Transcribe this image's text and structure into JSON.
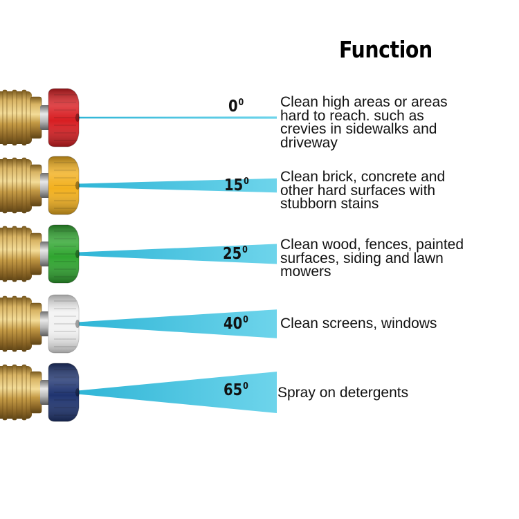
{
  "title": "Function",
  "colors": {
    "spray": "#3fc3df",
    "spray_light": "#cdeef7",
    "brass": "#c9a24f",
    "brass_dark": "#8a6a26"
  },
  "nozzles": [
    {
      "angle": "0",
      "degree_symbol": "0",
      "cap_color": "#d81e22",
      "spray_angle_deg": 0,
      "description": "Clean high areas or areas\nhard to reach. such as\ncrevies in sidewalks and\ndriveway"
    },
    {
      "angle": "15",
      "degree_symbol": "0",
      "cap_color": "#f2b01e",
      "spray_angle_deg": 15,
      "description": "Clean brick, concrete and\nother hard surfaces with\nstubborn stains"
    },
    {
      "angle": "25",
      "degree_symbol": "0",
      "cap_color": "#2fa52f",
      "spray_angle_deg": 25,
      "description": "Clean wood, fences, painted\nsurfaces, siding and lawn\nmowers"
    },
    {
      "angle": "40",
      "degree_symbol": "0",
      "cap_color": "#f2f2f2",
      "spray_angle_deg": 40,
      "description": "Clean screens, windows"
    },
    {
      "angle": "65",
      "degree_symbol": "0",
      "cap_color": "#1f3470",
      "spray_angle_deg": 65,
      "description": "Spray on detergents"
    }
  ]
}
